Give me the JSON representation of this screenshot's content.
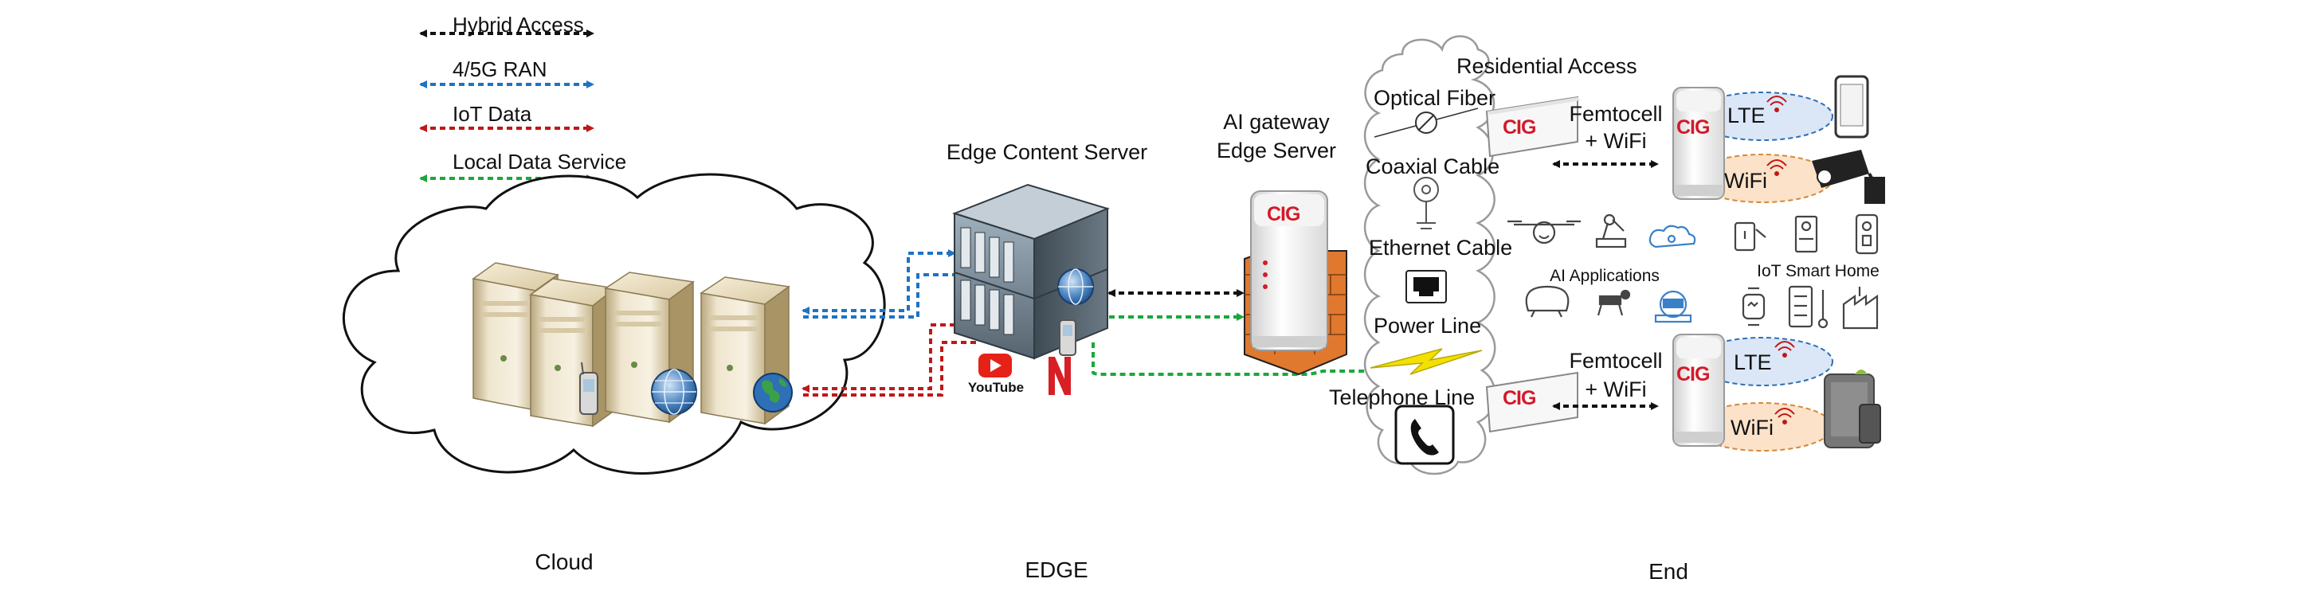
{
  "legend": [
    {
      "label": "Hybrid Access",
      "color": "#111111"
    },
    {
      "label": "4/5G RAN",
      "color": "#1f73c4"
    },
    {
      "label": "IoT Data",
      "color": "#c01818"
    },
    {
      "label": "Local Data Service",
      "color": "#1aa83a"
    }
  ],
  "columns": {
    "cloud": "Cloud",
    "edge": "EDGE",
    "end": "End"
  },
  "edge": {
    "content_server": "Edge Content Server",
    "ai_gateway_line1": "AI gateway",
    "ai_gateway_line2": "Edge Server",
    "youtube": "YouTube",
    "netflix": "N"
  },
  "access": {
    "title": "Residential Access",
    "media": [
      "Optical Fiber",
      "Coaxial Cable",
      "Ethernet Cable",
      "Power Line",
      "Telephone Line"
    ]
  },
  "end": {
    "femtocell_line1": "Femtocell",
    "femtocell_line2": "+ WiFi",
    "lte": "LTE",
    "wifi": "WiFi",
    "ai_applications": "AI Applications",
    "iot_smart_home": "IoT Smart Home",
    "brand": "CIG"
  }
}
